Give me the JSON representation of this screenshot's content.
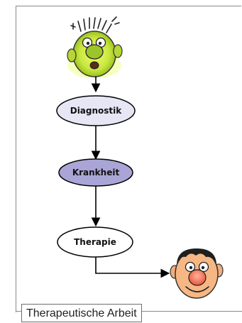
{
  "diagram": {
    "nodes": [
      {
        "id": "diagnostik",
        "label": "Diagnostik",
        "fill": "#e6e6f5"
      },
      {
        "id": "krankheit",
        "label": "Krankheit",
        "fill": "#a9a5d6"
      },
      {
        "id": "therapie",
        "label": "Therapie",
        "fill": "#ffffff"
      }
    ],
    "icons": {
      "sick": "sick-face-icon",
      "healthy": "smiling-face-icon"
    },
    "colors": {
      "sick_face": "#b7d83a",
      "healthy_face": "#f6b784",
      "arrow": "#000000",
      "node_stroke": "#000000"
    }
  },
  "caption": "Therapeutische Arbeit"
}
